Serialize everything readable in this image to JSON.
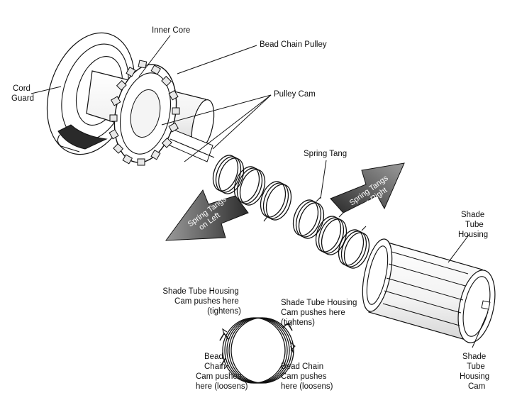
{
  "labels": {
    "inner_core": "Inner Core",
    "bead_chain_pulley": "Bead Chain Pulley",
    "cord_guard": [
      "Cord",
      "Guard"
    ],
    "pulley_cam": "Pulley Cam",
    "spring_tang": "Spring Tang",
    "spring_tangs_left": [
      "Spring Tangs",
      "on Left"
    ],
    "spring_tangs_right": [
      "Spring Tangs",
      "on Right"
    ],
    "shade_tube_housing": [
      "Shade",
      "Tube",
      "Housing"
    ],
    "shade_tube_housing_cam": [
      "Shade",
      "Tube",
      "Housing",
      "Cam"
    ],
    "housing_cam_left": [
      "Shade Tube Housing",
      "Cam pushes here",
      "(tightens)"
    ],
    "housing_cam_right": [
      "Shade Tube Housing",
      "Cam pushes here",
      "(tightens)"
    ],
    "bead_chain_left": [
      "Bead",
      "Chain",
      "Cam pushes",
      "here (loosens)"
    ],
    "bead_chain_right": [
      "Bead Chain",
      "Cam pushes",
      "here (loosens)"
    ]
  },
  "colors": {
    "ink": "#111111",
    "arrow_left_fill": "#6f6f6f",
    "arrow_right_fill": "#4a4a4a",
    "paper": "#ffffff"
  }
}
